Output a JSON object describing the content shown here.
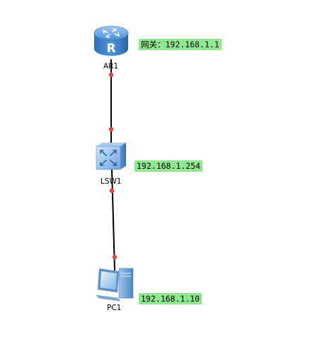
{
  "devices": {
    "router": {
      "name": "AR1",
      "icon": "router-icon",
      "ip_label": "网关：192.168.1.1"
    },
    "switch": {
      "name": "LSW1",
      "icon": "switch-icon",
      "ip_label": "192.168.1.254"
    },
    "pc": {
      "name": "PC1",
      "icon": "pc-icon",
      "ip_label": "192.168.1.10"
    }
  },
  "colors": {
    "label_bg": "#8fe88f",
    "link": "#000000",
    "port_dot": "#e84040",
    "device_blue": "#3a7fd0"
  }
}
